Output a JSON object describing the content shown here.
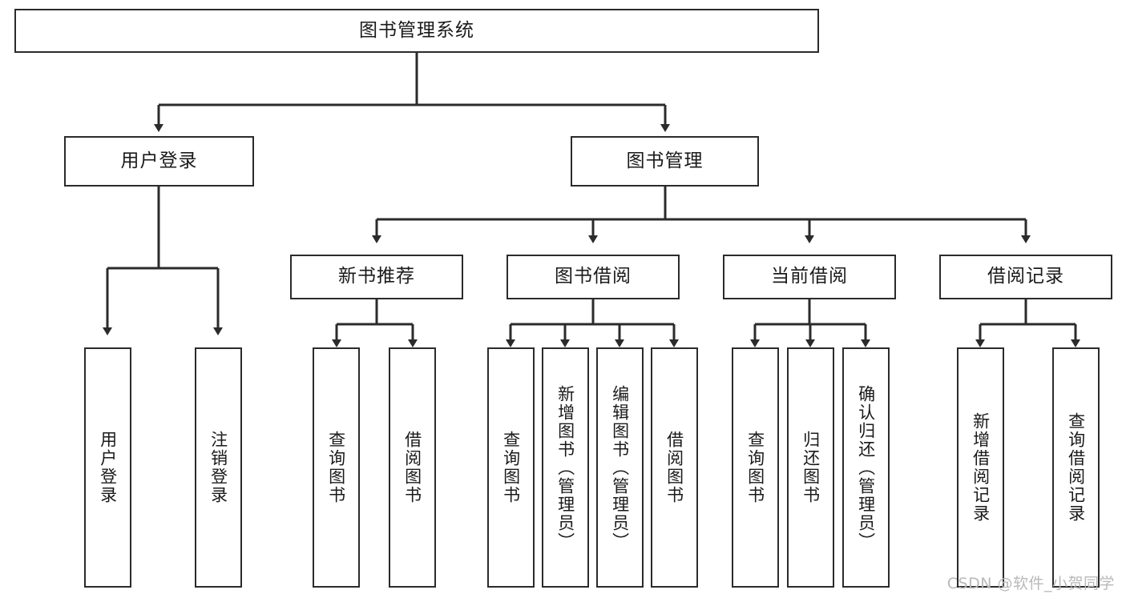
{
  "diagram": {
    "title_node": {
      "label": "图书管理系统"
    },
    "level2": [
      {
        "id": "user-login",
        "label": "用户登录"
      },
      {
        "id": "book-manage",
        "label": "图书管理"
      }
    ],
    "level3": [
      {
        "id": "new-book-rec",
        "label": "新书推荐"
      },
      {
        "id": "book-borrow",
        "label": "图书借阅"
      },
      {
        "id": "current-borrow",
        "label": "当前借阅"
      },
      {
        "id": "borrow-record",
        "label": "借阅记录"
      }
    ],
    "leaves": [
      {
        "id": "leaf-user-login",
        "label": "用户登录"
      },
      {
        "id": "leaf-logout-login",
        "label": "注销登录"
      },
      {
        "id": "leaf-query-book-1",
        "label": "查询图书"
      },
      {
        "id": "leaf-borrow-book-1",
        "label": "借阅图书"
      },
      {
        "id": "leaf-query-book-2",
        "label": "查询图书"
      },
      {
        "id": "leaf-add-book-admin",
        "label": "新增图书（管理员）"
      },
      {
        "id": "leaf-edit-book-admin",
        "label": "编辑图书（管理员）"
      },
      {
        "id": "leaf-borrow-book-2",
        "label": "借阅图书"
      },
      {
        "id": "leaf-query-book-3",
        "label": "查询图书"
      },
      {
        "id": "leaf-return-book",
        "label": "归还图书"
      },
      {
        "id": "leaf-confirm-return-admin",
        "label": "确认归还（管理员）"
      },
      {
        "id": "leaf-add-borrow-record",
        "label": "新增借阅记录"
      },
      {
        "id": "leaf-query-borrow-record",
        "label": "查询借阅记录"
      }
    ],
    "watermark": "CSDN @软件_小贺同学",
    "colors": {
      "stroke": "#2b2b2b",
      "fill": "#ffffff",
      "text": "#1a1a1a",
      "watermark": "#b9b9b9"
    }
  }
}
